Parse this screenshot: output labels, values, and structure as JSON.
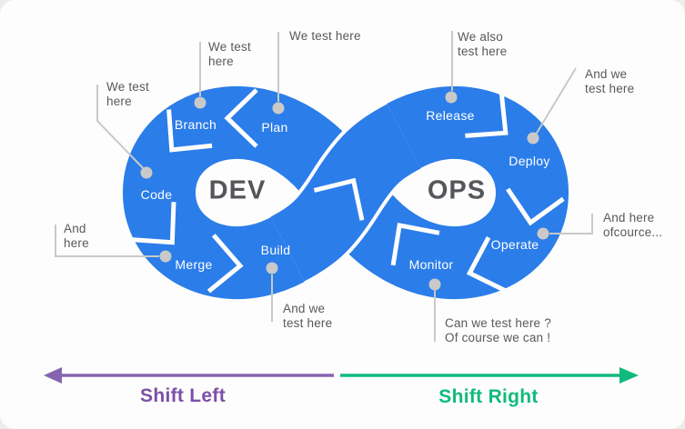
{
  "colors": {
    "blue": "#2B7DE9",
    "ink": "#55565A",
    "note": "#59595B",
    "connector": "#C9C9C9",
    "purple": "#7C4FA7",
    "purple_line": "#8565AF",
    "green": "#10BA7D",
    "card": "#FDFDFD"
  },
  "loop": {
    "dev": "DEV",
    "ops": "OPS",
    "segments": [
      {
        "label": "Branch"
      },
      {
        "label": "Plan"
      },
      {
        "label": "Code"
      },
      {
        "label": "Merge"
      },
      {
        "label": "Build"
      },
      {
        "label": "Release"
      },
      {
        "label": "Deploy"
      },
      {
        "label": "Operate"
      },
      {
        "label": "Monitor"
      }
    ]
  },
  "callouts": [
    {
      "target": "Code",
      "line1": "We test",
      "line2": "here"
    },
    {
      "target": "Branch",
      "line1": "We test",
      "line2": "here"
    },
    {
      "target": "Plan",
      "line1": "We test here",
      "line2": ""
    },
    {
      "target": "Release",
      "line1": "We also",
      "line2": "test here"
    },
    {
      "target": "Deploy",
      "line1": "And we",
      "line2": "test here"
    },
    {
      "target": "Merge",
      "line1": "And",
      "line2": "here"
    },
    {
      "target": "Build",
      "line1": "And we",
      "line2": "test here"
    },
    {
      "target": "Operate",
      "line1": "And here",
      "line2": "ofcource..."
    },
    {
      "target": "Monitor",
      "line1": "Can we test here ?",
      "line2": "Of course we can !"
    }
  ],
  "legend": {
    "shift_left": "Shift Left",
    "shift_right": "Shift Right"
  }
}
